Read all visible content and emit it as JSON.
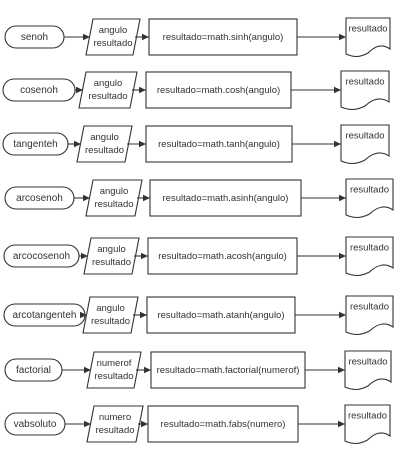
{
  "rows": [
    {
      "start": "senoh",
      "io": [
        "angulo",
        "resultado"
      ],
      "process": "resultado=math.sinh(angulo)",
      "output": "resultado"
    },
    {
      "start": "cosenoh",
      "io": [
        "angulo",
        "resultado"
      ],
      "process": "resultado=math.cosh(angulo)",
      "output": "resultado"
    },
    {
      "start": "tangenteh",
      "io": [
        "angulo",
        "resultado"
      ],
      "process": "resultado=math.tanh(angulo)",
      "output": "resultado"
    },
    {
      "start": "arcosenoh",
      "io": [
        "angulo",
        "resultado"
      ],
      "process": "resultado=math.asinh(angulo)",
      "output": "resultado"
    },
    {
      "start": "arcocosenoh",
      "io": [
        "angulo",
        "resultado"
      ],
      "process": "resultado=math.acosh(angulo)",
      "output": "resultado"
    },
    {
      "start": "arcotangenteh",
      "io": [
        "angulo",
        "resultado"
      ],
      "process": "resultado=math.atanh(angulo)",
      "output": "resultado"
    },
    {
      "start": "factorial",
      "io": [
        "numerof",
        "resultado"
      ],
      "process": "resultado=math.factorial(numerof)",
      "output": "resultado"
    },
    {
      "start": "vabsoluto",
      "io": [
        "numero",
        "resultado"
      ],
      "process": "resultado=math.fabs(numero)",
      "output": "resultado"
    }
  ]
}
